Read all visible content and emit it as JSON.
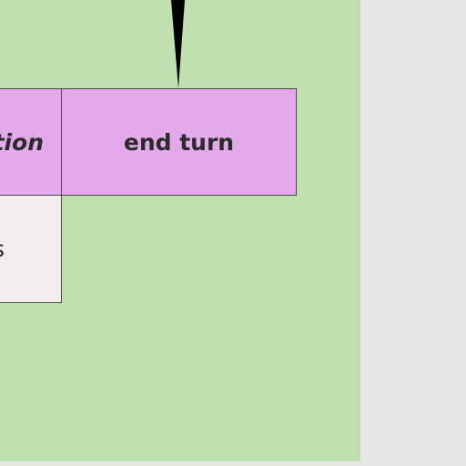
{
  "colors": {
    "page_background": "#e6e6e6",
    "panel_background": "#c0e0ae",
    "action_box_fill": "#e4a9ea",
    "lower_box_fill": "#f2eeee",
    "border": "#4a4a4a",
    "arrow": "#000000"
  },
  "diagram": {
    "left_box_label": "tion",
    "end_turn_label": "end turn",
    "lower_box_label": "s"
  }
}
